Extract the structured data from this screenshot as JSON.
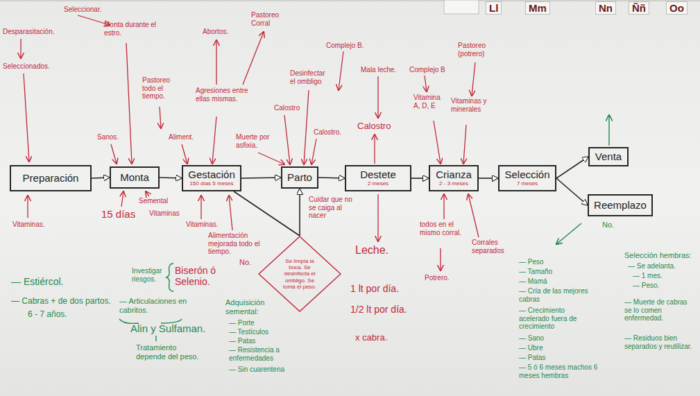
{
  "diagram": {
    "nodes": [
      {
        "text": [
          "Preparación"
        ]
      },
      {
        "text": [
          "Monta"
        ]
      },
      {
        "text": [
          "Gestación",
          "150 días 5 meses"
        ]
      },
      {
        "text": [
          "Parto"
        ]
      },
      {
        "text": [
          "Destete",
          "2 meses"
        ]
      },
      {
        "text": [
          "Crianza",
          "2 - 3 meses"
        ]
      },
      {
        "text": [
          "Selección",
          "7 meses"
        ]
      },
      {
        "text": [
          "Venta"
        ]
      },
      {
        "text": [
          "Reemplazo"
        ]
      },
      {
        "text": [
          "Se limpia la boca. Se desinfecta el ombligo. Se toma el peso."
        ]
      }
    ],
    "edges": [
      {
        "from": 0,
        "to": 1,
        "arrow": "to"
      },
      {
        "from": 1,
        "to": 2,
        "arrow": "to"
      },
      {
        "from": 2,
        "to": 3,
        "arrow": "to"
      },
      {
        "from": 3,
        "to": 4,
        "arrow": "to"
      },
      {
        "from": 4,
        "to": 5,
        "arrow": "to"
      },
      {
        "from": 5,
        "to": 6,
        "arrow": "to"
      },
      {
        "from": 6,
        "to": 7,
        "arrow": "to"
      },
      {
        "from": 6,
        "to": 8,
        "arrow": "to"
      },
      {
        "from": 2,
        "to": 9,
        "arrow": "none"
      },
      {
        "from": 9,
        "to": 3,
        "arrow": "to"
      }
    ],
    "labels": [
      "Ll",
      "Mm",
      "Nn",
      "Ññ",
      "Oo",
      "Desparasitación.",
      "Seleccionados.",
      "Vitaminas.",
      "— Estiércol.",
      "— Cabras + de dos partos.",
      "6 - 7 años.",
      "Seleccionar.",
      "Monta durante el estro.",
      "Sanos.",
      "Pastoreo todo el tiempo.",
      "Aliment.",
      "Abortos.",
      "Pastoreo Corral",
      "Agresiones entre ellas mismas.",
      "Muerte por asfixia.",
      "Calostro",
      "Desinfectar el ombligo",
      "Complejo B.",
      "Calostro.",
      "Mala leche.",
      "Calostro",
      "Complejo B",
      "Pastoreo (potrero)",
      "Vitamina A, D, E",
      "Vitaminas y minerales",
      "15 días",
      "Semental",
      "Vitaminas",
      "Vitaminas.",
      "Alimentación mejorada todo el tiempo.",
      "No.",
      "Investigar riesgos.",
      "Biserón ó Selenio.",
      "— Articulaciones en cabritos.",
      "Alin y Sulfaman.",
      "Tratamiento depende del peso.",
      "Adquisición semental:",
      "— Porte",
      "— Testículos",
      "— Patas",
      "— Resistencia a enfermedades",
      "— Sin cuarentena",
      "Cuidar que no se caiga al nacer",
      "Leche.",
      "1 lt por día.",
      "1/2 lt por día.",
      "x cabra.",
      "todos en el mismo corral.",
      "Corrales separados",
      "Potrero.",
      "No.",
      "— Peso",
      "— Tamaño",
      "— Mamá",
      "— Cría de las mejores cabras",
      "— Crecimiento acelerado fuera de crecimiento",
      "— Sano",
      "— Ubre",
      "— Patas",
      "— 5 ó 6 meses machos 6 meses hembras",
      "Selección hembras:",
      "— Se adelanta.",
      "— 1 mes.",
      "— Peso.",
      "— Muerte de cabras se lo comen enfermedad.",
      "— Residuos bien separados y reutilizar."
    ]
  }
}
